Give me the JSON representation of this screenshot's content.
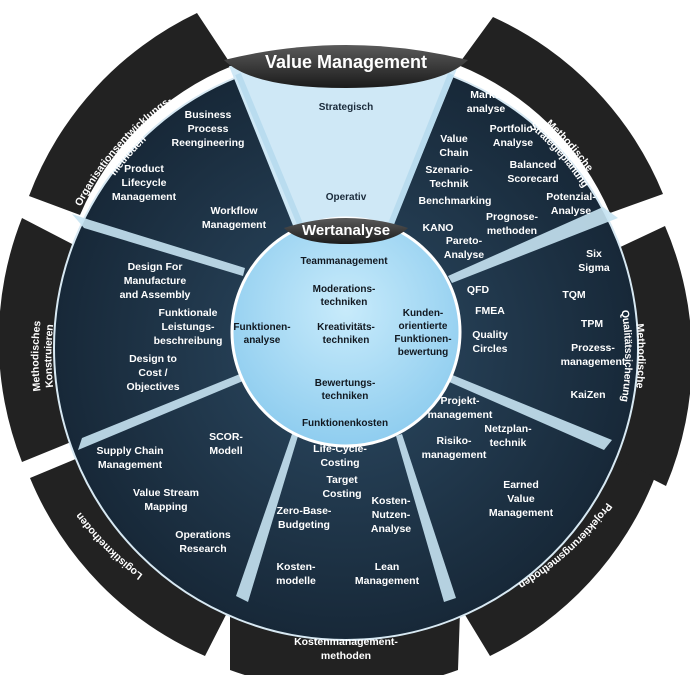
{
  "header": {
    "title": "Value Management",
    "strategic": "Strategisch",
    "operative": "Operativ"
  },
  "core": {
    "title": "Wertanalyse",
    "items": {
      "teammanagement": "Teammanagement",
      "moderation": [
        "Moderations-",
        "techniken"
      ],
      "kreativitaet": [
        "Kreativitäts-",
        "techniken"
      ],
      "funktionenanalyse": [
        "Funktionen-",
        "analyse"
      ],
      "kundenorientiert": [
        "Kunden-",
        "orientierte",
        "Funktionen-",
        "bewertung"
      ],
      "bewertung": [
        "Bewertungs-",
        "techniken"
      ],
      "funktionenkosten": "Funktionenkosten"
    }
  },
  "segments": {
    "org": [
      "Organisationsentwicklungs-",
      "methoden"
    ],
    "strat": [
      "Methodische",
      "Strategieplanung"
    ],
    "qual": [
      "Methodische",
      "Qualitätssicherung"
    ],
    "proj": "Projektierungsmethoden",
    "kosten": [
      "Kostenmanagement-",
      "methoden"
    ],
    "logistik": "Logistikmethoden",
    "konstr": [
      "Methodisches",
      "Konstruieren"
    ]
  },
  "methods": {
    "bpr": [
      "Business",
      "Process",
      "Reengineering"
    ],
    "plm": [
      "Product",
      "Lifecycle",
      "Management"
    ],
    "workflow": [
      "Workflow",
      "Management"
    ],
    "markt": [
      "Markt-",
      "analyse"
    ],
    "portfolio": [
      "Portfolio-",
      "Analyse"
    ],
    "valuechain": [
      "Value",
      "Chain"
    ],
    "szenario": [
      "Szenario-",
      "Technik"
    ],
    "bsc": [
      "Balanced",
      "Scorecard"
    ],
    "benchmarking": "Benchmarking",
    "potenzial": [
      "Potenzial-",
      "Analyse"
    ],
    "prognose": [
      "Prognose-",
      "methoden"
    ],
    "kano": "KANO",
    "pareto": [
      "Pareto-",
      "Analyse"
    ],
    "sixsigma": [
      "Six",
      "Sigma"
    ],
    "qfd": "QFD",
    "tqm": "TQM",
    "fmea": "FMEA",
    "tpm": "TPM",
    "qc": [
      "Quality",
      "Circles"
    ],
    "prozess": [
      "Prozess-",
      "management"
    ],
    "kaizen": "KaiZen",
    "projektm": [
      "Projekt-",
      "management"
    ],
    "netzplan": [
      "Netzplan-",
      "technik"
    ],
    "risiko": [
      "Risiko-",
      "management"
    ],
    "evm": [
      "Earned",
      "Value",
      "Management"
    ],
    "lcc": [
      "Life-Cycle-",
      "Costing"
    ],
    "target": [
      "Target",
      "Costing"
    ],
    "zbb": [
      "Zero-Base-",
      "Budgeting"
    ],
    "kna": [
      "Kosten-",
      "Nutzen-",
      "Analyse"
    ],
    "kostenmodelle": [
      "Kosten-",
      "modelle"
    ],
    "lean": [
      "Lean",
      "Management"
    ],
    "scm": [
      "Supply Chain",
      "Management"
    ],
    "scor": [
      "SCOR-",
      "Modell"
    ],
    "vsm": [
      "Value Stream",
      "Mapping"
    ],
    "or": [
      "Operations",
      "Research"
    ],
    "dfma": [
      "Design For",
      "Manufacture",
      "and Assembly"
    ],
    "lb": [
      "Funktionale",
      "Leistungs-",
      "beschreibung"
    ],
    "dtc": [
      "Design to",
      "Cost /",
      "Objectives"
    ]
  },
  "colors": {
    "dark_ring": "#1d3246",
    "outer_tab": "#222222",
    "light_blue": "#cfe8f6",
    "center_blue": "#a9d8f2",
    "spoke": "#c7e3f2"
  }
}
